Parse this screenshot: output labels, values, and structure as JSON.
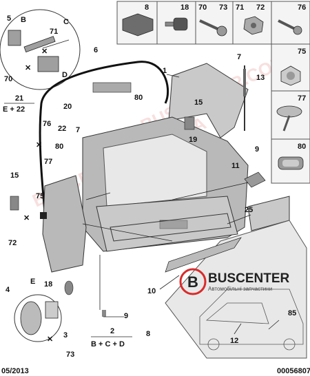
{
  "watermark": {
    "text": "BUSCENTER.COM.UA",
    "brand": "BUSCENTER",
    "brand_sub": "Автомобільні запчастини",
    "logo_letter": "B",
    "brand_color": "#d92b2b"
  },
  "footer": {
    "date": "05/2013",
    "ref": "00056807"
  },
  "legend": {
    "e22_top": "21",
    "e22_bottom": "E + 22",
    "bcd_top": "2",
    "bcd_bottom": "B + C + D"
  },
  "parts_grid": [
    {
      "num": "8",
      "icon": "block-icon"
    },
    {
      "num": "18",
      "icon": "clip-icon"
    },
    {
      "num": "70",
      "num2": "73",
      "icon": "screw-icon"
    },
    {
      "num": "71",
      "num2": "72",
      "icon": "nut-icon"
    },
    {
      "num": "76",
      "icon": "rivet-icon"
    },
    {
      "num": "75",
      "icon": "cap-nut-icon"
    },
    {
      "num": "77",
      "icon": "push-clip-icon"
    },
    {
      "num": "80",
      "icon": "grommet-icon"
    }
  ],
  "callouts": {
    "c1": "1",
    "c2": "2",
    "c3": "3",
    "c4": "4",
    "c5": "5",
    "c6": "6",
    "c7": "7",
    "c7b": "7",
    "c8": "8",
    "c9": "9",
    "c9b": "9",
    "c10": "10",
    "c11": "11",
    "c12": "12",
    "c13": "13",
    "c15": "15",
    "c15b": "15",
    "c18": "18",
    "c19": "19",
    "c20": "20",
    "c22": "22",
    "c25": "25",
    "c70": "70",
    "c71": "71",
    "c72": "72",
    "c73": "73",
    "c75": "75",
    "c76": "76",
    "c77": "77",
    "c80": "80",
    "c80b": "80",
    "c85": "85",
    "cB": "B",
    "cC": "C",
    "cD": "D",
    "cE": "E"
  }
}
